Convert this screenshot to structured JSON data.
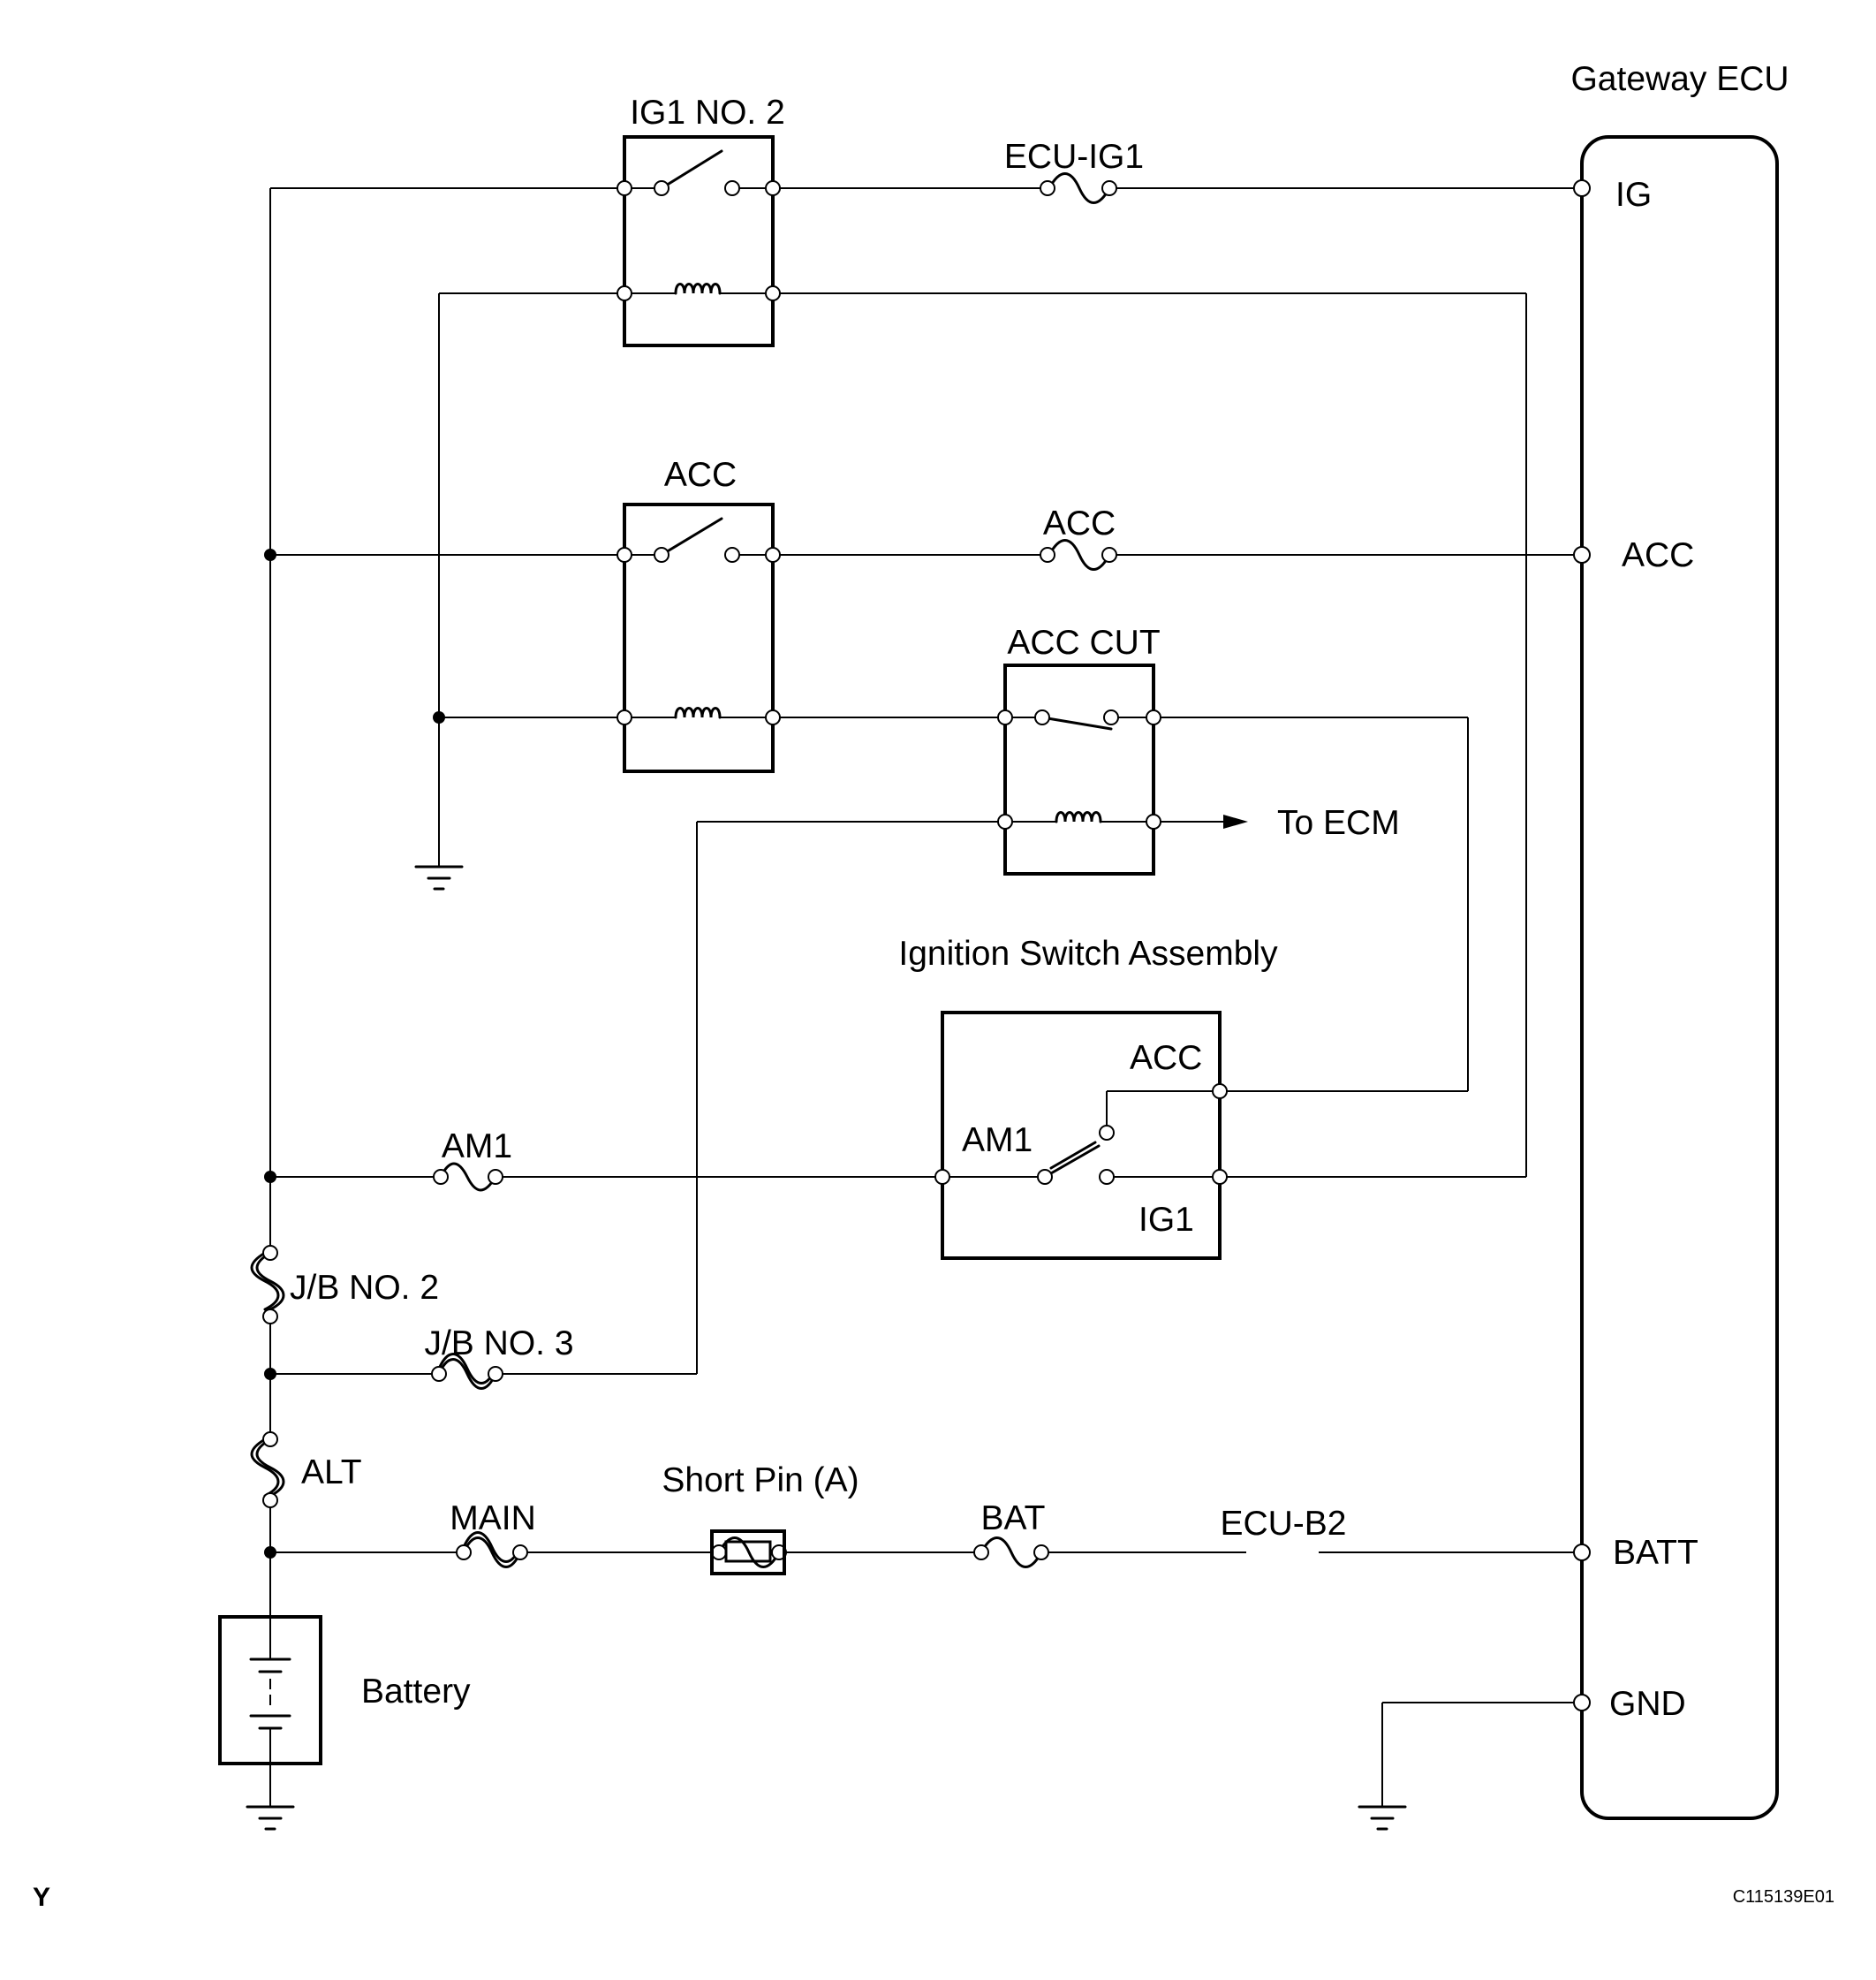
{
  "labels": {
    "gateway_ecu": "Gateway ECU",
    "ecu_pin_ig": "IG",
    "ecu_pin_acc": "ACC",
    "ecu_pin_batt": "BATT",
    "ecu_pin_gnd": "GND",
    "relay_ig1_no2": "IG1 NO. 2",
    "relay_acc": "ACC",
    "relay_acc_cut": "ACC CUT",
    "fuse_ecu_ig1": "ECU-IG1",
    "fuse_acc": "ACC",
    "fuse_am1": "AM1",
    "fuse_jb_no2": "J/B NO. 2",
    "fuse_jb_no3": "J/B NO. 3",
    "fuse_alt": "ALT",
    "fuse_main": "MAIN",
    "fuse_bat": "BAT",
    "fuse_ecu_b2": "ECU-B2",
    "short_pin": "Short Pin (A)",
    "to_ecm": "To ECM",
    "ignition_switch": "Ignition Switch Assembly",
    "ign_acc": "ACC",
    "ign_am1": "AM1",
    "ign_ig1": "IG1",
    "battery": "Battery",
    "corner_tag": "Y",
    "figure_code": "C115139E01"
  }
}
